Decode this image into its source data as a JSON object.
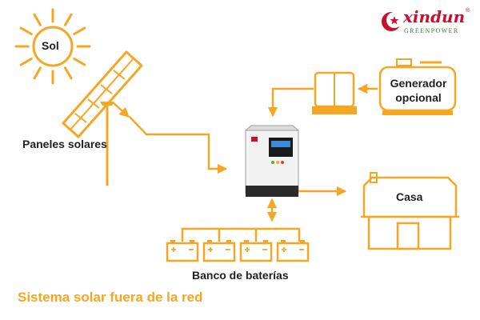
{
  "diagram": {
    "title": "Sistema solar fuera de la red",
    "colors": {
      "accent": "#f5a623",
      "text": "#222222",
      "brand_red": "#c8102e",
      "brand_green": "#2e7d32",
      "inverter_body": "#f2f2f2",
      "inverter_base": "#2b2b2b",
      "inverter_screen": "#1a1a1a"
    },
    "nodes": {
      "sun": {
        "label": "Sol",
        "icon": "sun-icon"
      },
      "panels": {
        "label": "Paneles solares",
        "icon": "solar-panel-icon"
      },
      "inverter": {
        "icon": "inverter-icon"
      },
      "generator": {
        "label": "Generador opcional",
        "icon": "generator-icon"
      },
      "house": {
        "label": "Casa",
        "icon": "house-icon"
      },
      "battery_bank": {
        "label": "Banco de baterías",
        "icon": "battery-icon",
        "count": 4
      }
    },
    "edges": [
      {
        "from": "panels",
        "to": "inverter"
      },
      {
        "from": "generator",
        "to": "inverter"
      },
      {
        "from": "inverter",
        "to": "house"
      },
      {
        "from": "inverter",
        "to": "battery_bank",
        "bidirectional": true
      }
    ]
  },
  "brand": {
    "name": "xindun",
    "tagline": "GREENPOWER",
    "registered": "®",
    "logo_icon": "star-crescent-logo-icon"
  }
}
